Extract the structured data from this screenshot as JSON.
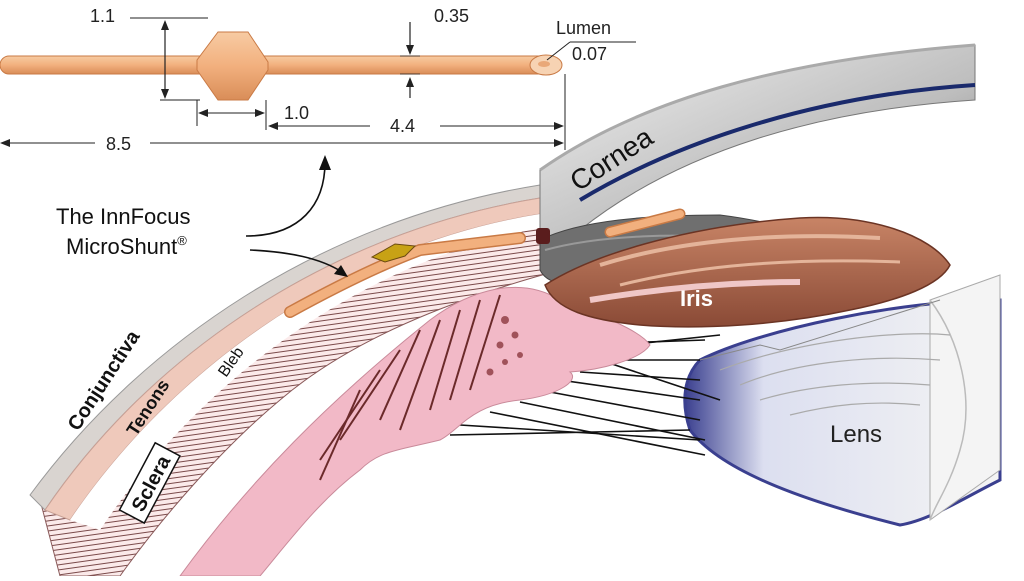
{
  "shunt_dimensions": {
    "max_diameter": "1.1",
    "tube_diameter": "0.35",
    "lumen_label": "Lumen",
    "lumen_diameter": "0.07",
    "fin_length": "1.0",
    "distal_length": "4.4",
    "total_length": "8.5"
  },
  "device_label": {
    "line1": "The InnFocus",
    "line2": "MicroShunt",
    "mark": "®"
  },
  "anatomy_labels": {
    "cornea": "Cornea",
    "iris": "Iris",
    "lens": "Lens",
    "conjunctiva": "Conjunctiva",
    "tenons": "Tenons",
    "bleb": "Bleb",
    "sclera": "Sclera"
  },
  "colors": {
    "shunt": "#f2b07e",
    "shunt_edge": "#c97a45",
    "sclera_tissue": "#f4c8c8",
    "sclera_hatch": "#7a4a4a",
    "iris": "#b06a4c",
    "cornea": "#cfcfcf",
    "lens_rim": "#3a3f8f"
  }
}
